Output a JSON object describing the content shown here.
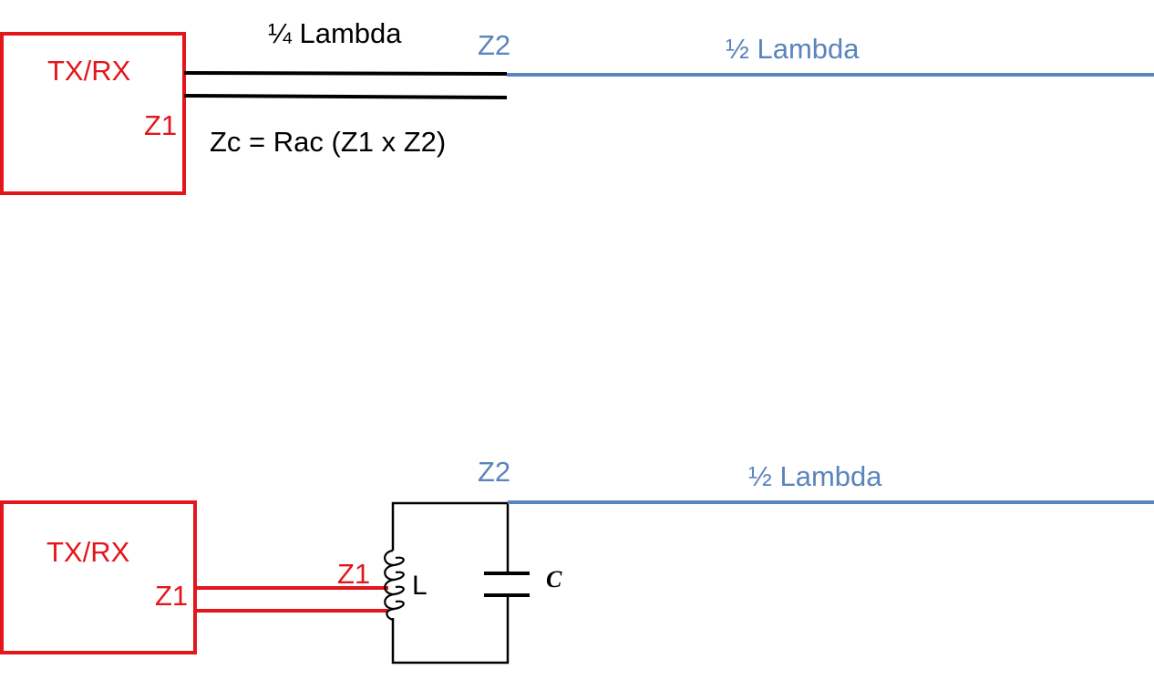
{
  "colors": {
    "device": "#e3161b",
    "feedline": "#000000",
    "antenna": "#5a84bd",
    "circuit": "#000000"
  },
  "top_diagram": {
    "device_label": "TX/RX",
    "device_impedance": "Z1",
    "quarter_wave_label": "¼ Lambda",
    "formula": "Zc = Rac (Z1 x Z2)",
    "antenna_impedance": "Z2",
    "antenna_label": "½ Lambda"
  },
  "bottom_diagram": {
    "device_label": "TX/RX",
    "device_impedance": "Z1",
    "tap_impedance": "Z1",
    "inductor_label": "L",
    "capacitor_label": "C",
    "antenna_impedance": "Z2",
    "antenna_label": "½ Lambda"
  }
}
